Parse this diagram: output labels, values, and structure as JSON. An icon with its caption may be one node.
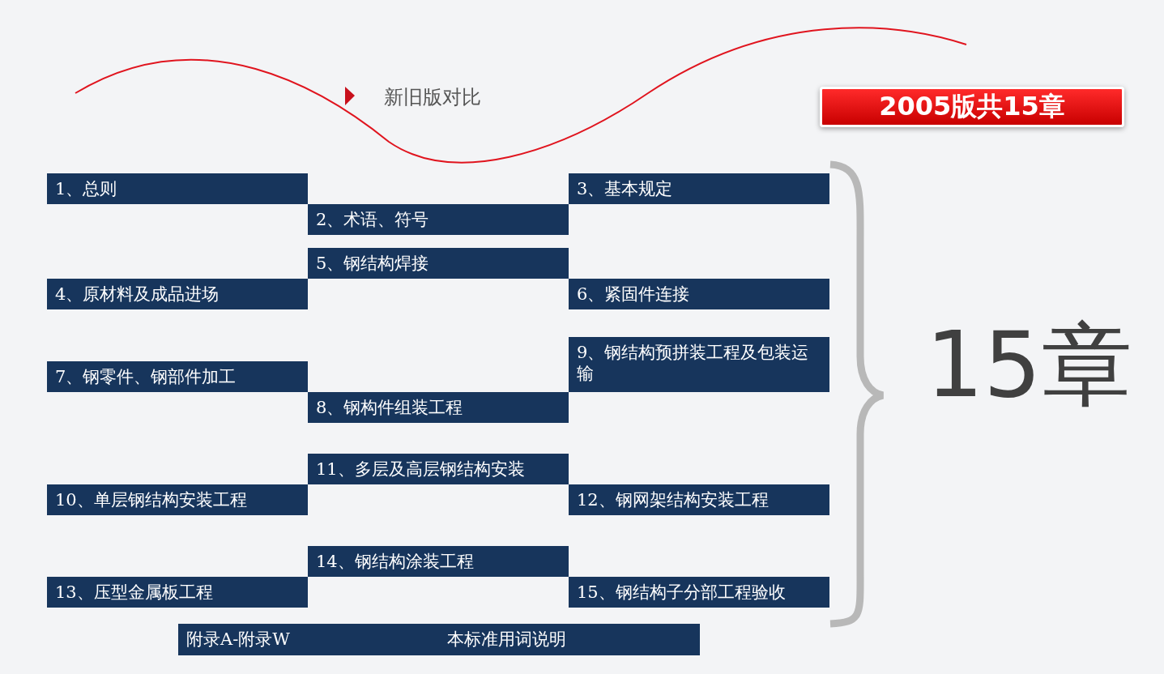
{
  "diagram": {
    "title": "新旧版对比",
    "nodes": [
      {
        "text": [
          "1、总则"
        ]
      },
      {
        "text": [
          "2、术语、符号"
        ]
      },
      {
        "text": [
          "3、基本规定"
        ]
      },
      {
        "text": [
          "4、原材料及成品进场"
        ]
      },
      {
        "text": [
          "5、钢结构焊接"
        ]
      },
      {
        "text": [
          "6、紧固件连接"
        ]
      },
      {
        "text": [
          "7、钢零件、钢部件加工"
        ]
      },
      {
        "text": [
          "8、钢构件组装工程"
        ]
      },
      {
        "text": [
          "9、钢结构预拼装工程及包装运输"
        ]
      },
      {
        "text": [
          "10、单层钢结构安装工程"
        ]
      },
      {
        "text": [
          "11、多层及高层钢结构安装"
        ]
      },
      {
        "text": [
          "12、钢网架结构安装工程"
        ]
      },
      {
        "text": [
          "13、压型金属板工程"
        ]
      },
      {
        "text": [
          "14、钢结构涂装工程"
        ]
      },
      {
        "text": [
          "15、钢结构子分部工程验收"
        ]
      },
      {
        "text": [
          "附录A-附录W"
        ]
      },
      {
        "text": [
          "本标准用词说明"
        ]
      },
      {
        "text": [
          "2005版共15章"
        ]
      }
    ],
    "labels": [
      "15章"
    ]
  }
}
